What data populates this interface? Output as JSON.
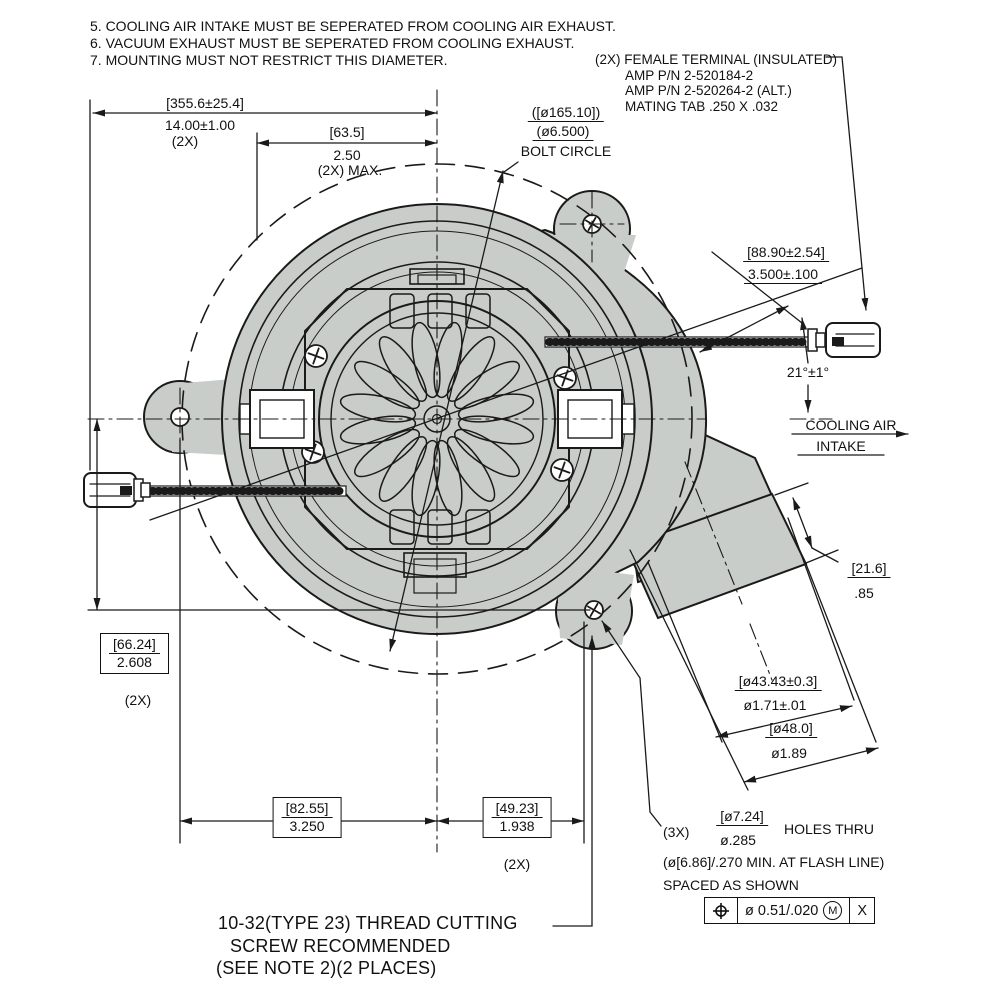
{
  "notes": [
    "5. COOLING AIR INTAKE MUST BE SEPERATED FROM COOLING AIR EXHAUST.",
    "6. VACUUM EXHAUST MUST BE SEPERATED FROM COOLING EXHAUST.",
    "7. MOUNTING MUST NOT RESTRICT THIS DIAMETER."
  ],
  "terminal_callout": {
    "line1": "(2X) FEMALE TERMINAL (INSULATED)",
    "line2": "AMP P/N 2-520184-2",
    "line3": "AMP P/N 2-520264-2 (ALT.)",
    "line4": "MATING TAB .250 X .032"
  },
  "dimensions": {
    "overall_width": {
      "mm": "[355.6±25.4]",
      "inch": "14.00±1.00",
      "qty": "(2X)"
    },
    "offset_width": {
      "mm": "[63.5]",
      "inch": "2.50",
      "qty": "(2X) MAX."
    },
    "bolt_circle": {
      "mm": "([ø165.10])",
      "inch": "(ø6.500)",
      "label": "BOLT CIRCLE"
    },
    "terminal_offset": {
      "mm": "[88.90±2.54]",
      "inch": "3.500±.100"
    },
    "terminal_angle": "21°±1°",
    "flange_depth": {
      "mm": "[21.6]",
      "inch": ".85"
    },
    "duct_inner": {
      "mm": "[ø43.43±0.3]",
      "inch": "ø1.71±.01"
    },
    "duct_outer": {
      "mm": "[ø48.0]",
      "inch": "ø1.89"
    },
    "vertical_offset": {
      "mm": "[66.24]",
      "inch": "2.608",
      "qty": "(2X)"
    },
    "horiz_left": {
      "mm": "[82.55]",
      "inch": "3.250"
    },
    "horiz_right": {
      "mm": "[49.23]",
      "inch": "1.938",
      "qty": "(2X)"
    }
  },
  "cooling_air": {
    "line1": "COOLING AIR",
    "line2": "INTAKE"
  },
  "holes_callout": {
    "qty": "(3X)",
    "mm": "[ø7.24]",
    "inch": "ø.285",
    "suffix": "HOLES THRU",
    "line2": "(ø[6.86]/.270 MIN. AT FLASH LINE)",
    "line3": "SPACED AS SHOWN",
    "fcf": {
      "tolerance": "ø 0.51/.020",
      "modifier": "M",
      "datum": "X"
    }
  },
  "thread_callout": {
    "line1": "10-32(TYPE 23) THREAD CUTTING",
    "line2": "SCREW RECOMMENDED",
    "line3": "(SEE NOTE 2)(2 PLACES)"
  },
  "colors": {
    "line": "#1a1a1a",
    "housing_fill": "#c9cdc9",
    "background": "#ffffff"
  }
}
